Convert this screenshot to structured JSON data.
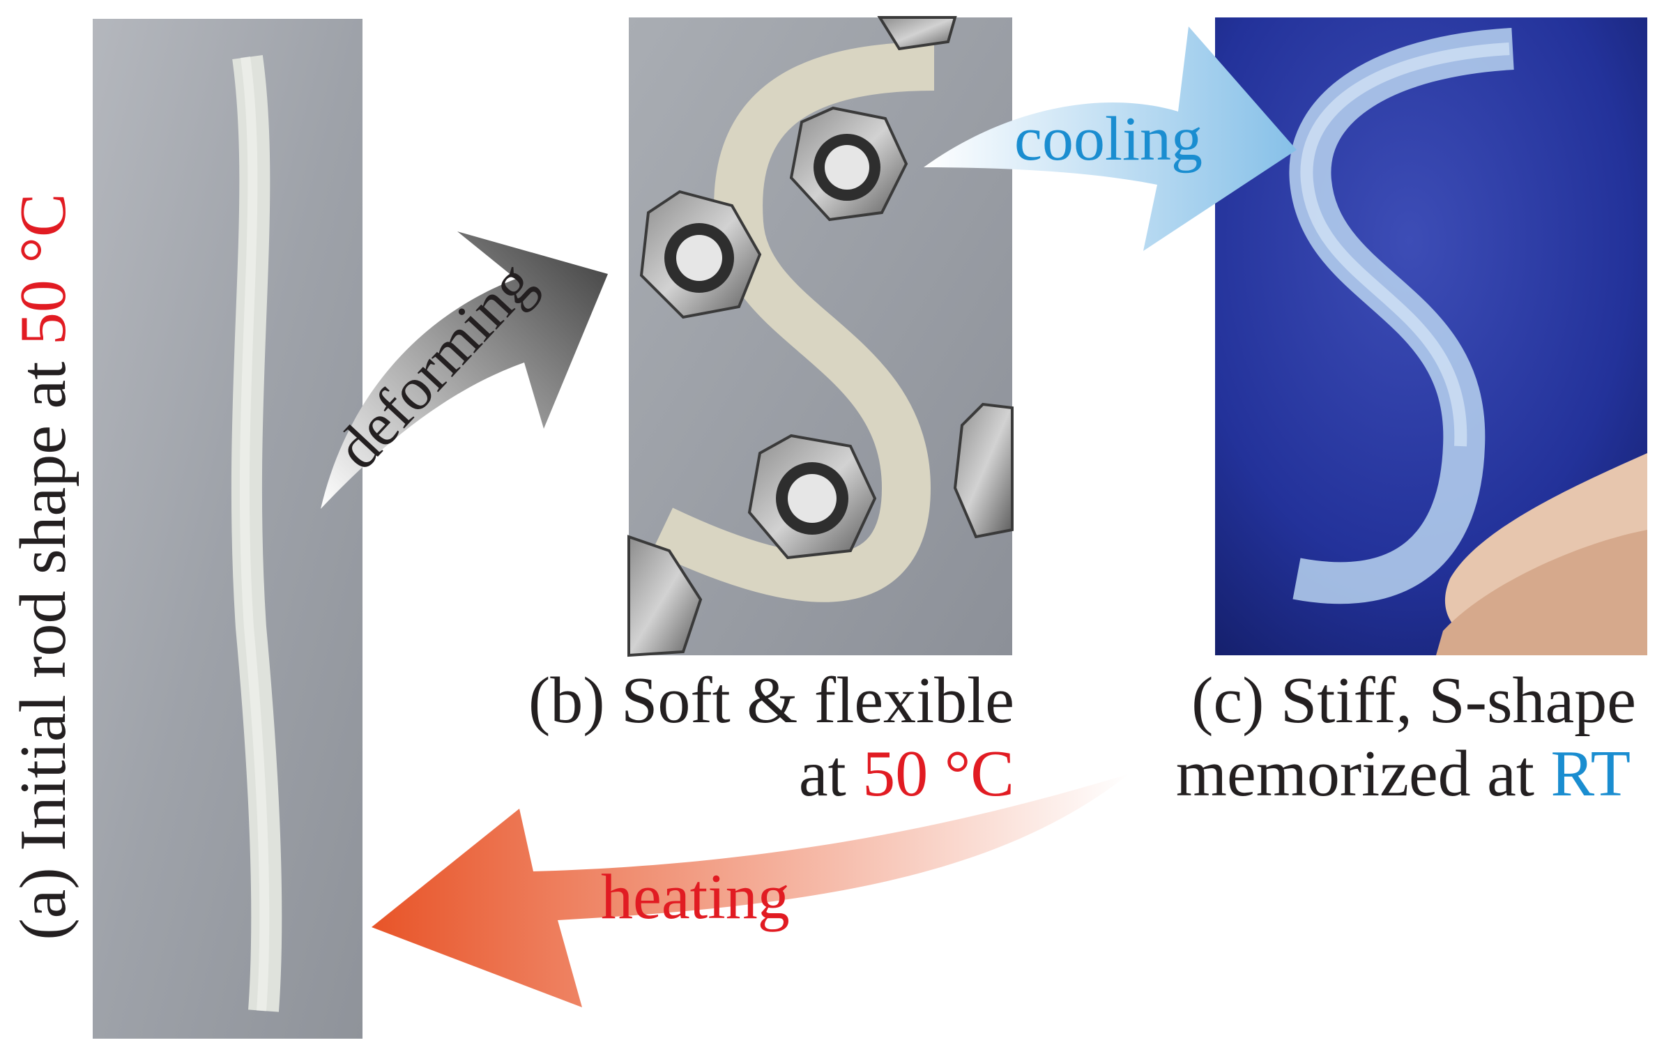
{
  "panel_a": {
    "caption_prefix": "(a) Initial rod shape at ",
    "caption_temp": "50 °C"
  },
  "panel_b": {
    "caption_line1": "(b) Soft & flexible",
    "caption_line2_prefix": "at ",
    "caption_line2_temp": "50 °C"
  },
  "panel_c": {
    "caption_line1": "(c) Stiff, S-shape",
    "caption_line2_prefix": "memorized at ",
    "caption_line2_temp": "RT"
  },
  "arrows": {
    "deforming": "deforming",
    "cooling": "cooling",
    "heating": "heating"
  },
  "colors": {
    "accent_red": "#e11b22",
    "accent_blue": "#1a8dd0",
    "text": "#231f20"
  }
}
